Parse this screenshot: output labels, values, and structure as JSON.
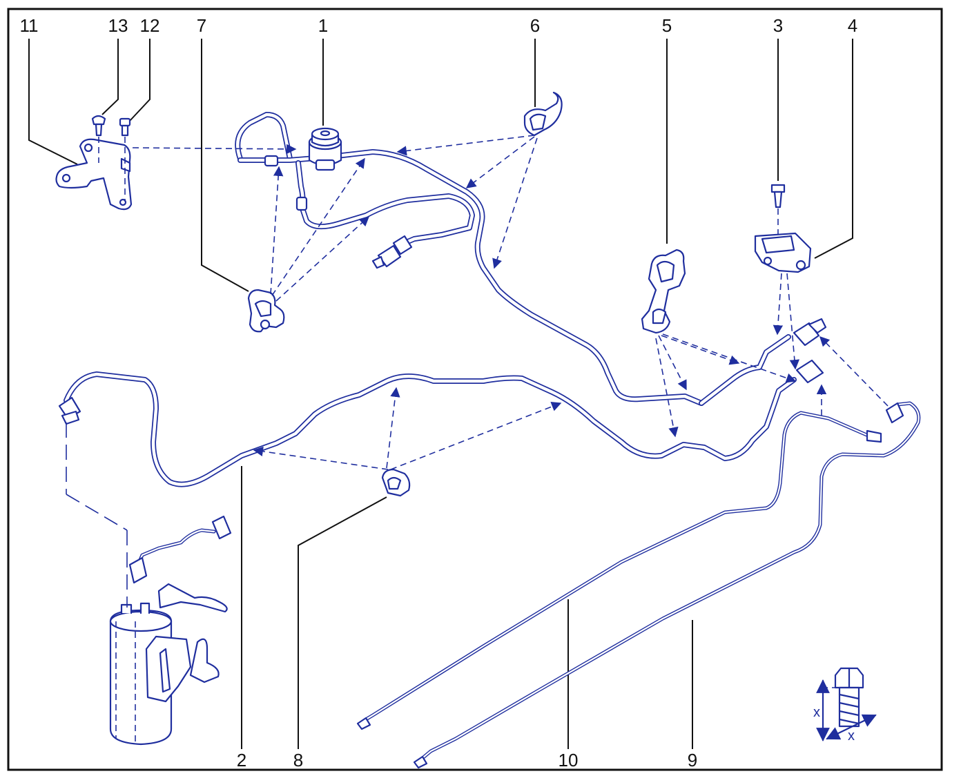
{
  "callouts": {
    "c1": "1",
    "c2": "2",
    "c3": "3",
    "c4": "4",
    "c5": "5",
    "c6": "6",
    "c7": "7",
    "c8": "8",
    "c9": "9",
    "c10": "10",
    "c11": "11",
    "c12": "12",
    "c13": "13"
  },
  "bolt_detail": {
    "dim_vertical": "x",
    "dim_diameter": "x"
  },
  "colors": {
    "line_art": "#1f2e9e",
    "frame": "#111111",
    "background": "#ffffff"
  }
}
